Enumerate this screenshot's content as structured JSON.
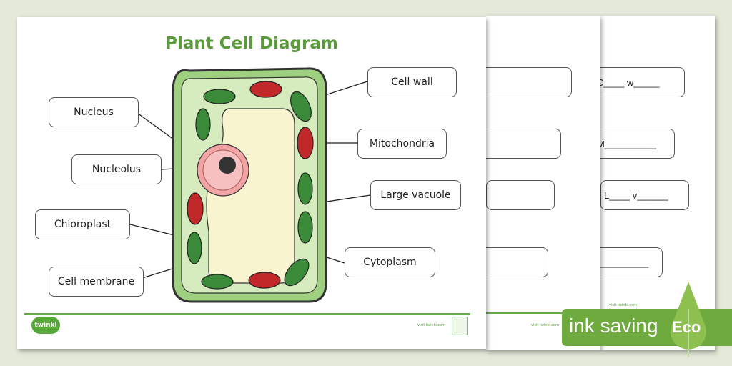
{
  "worksheet": {
    "title": "Plant Cell Diagram",
    "labels": [
      "Nucleus",
      "Nucleolus",
      "Chloroplast",
      "Cell membrane",
      "Cell wall",
      "Mitochondria",
      "Large vacuole",
      "Cytoplasm"
    ],
    "footer": {
      "logo": "twinkl",
      "visit": "visit twinkl.com"
    }
  },
  "back_page": {
    "blanks": [
      "C____ w_____",
      "M__________",
      "L____ v______",
      "__________"
    ],
    "visit": "visit twinkl.com"
  },
  "middle_page": {
    "visit": "visit twinkl.com"
  },
  "badge": {
    "text": "ink saving",
    "eco": "Eco"
  },
  "colors": {
    "accent": "#5a9a3a",
    "badge": "#6faa3e",
    "cell_wall": "#9fd07f",
    "cytoplasm": "#d6ecbf",
    "vacuole": "#f8f4d0",
    "nucleus": "#f2a3a3",
    "mitochondria": "#c0282a",
    "chloroplast": "#3a8a3a"
  }
}
